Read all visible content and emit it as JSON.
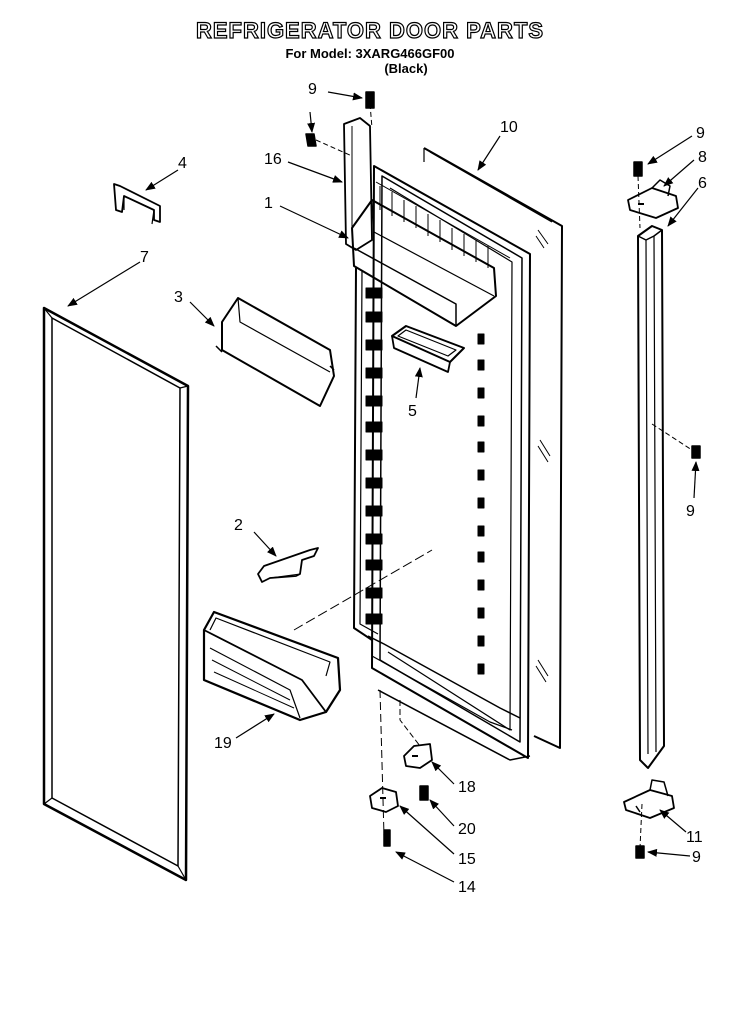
{
  "header": {
    "title": "REFRIGERATOR DOOR PARTS",
    "model_line": "For Model: 3XARG466GF00",
    "color_line": "(Black)"
  },
  "callouts": {
    "c1": "1",
    "c2": "2",
    "c3": "3",
    "c4": "4",
    "c5": "5",
    "c6": "6",
    "c7": "7",
    "c8": "8",
    "c9a": "9",
    "c9b": "9",
    "c9c": "9",
    "c9d": "9",
    "c10": "10",
    "c11": "11",
    "c14": "14",
    "c15": "15",
    "c16": "16",
    "c18": "18",
    "c19": "19",
    "c20": "20"
  }
}
